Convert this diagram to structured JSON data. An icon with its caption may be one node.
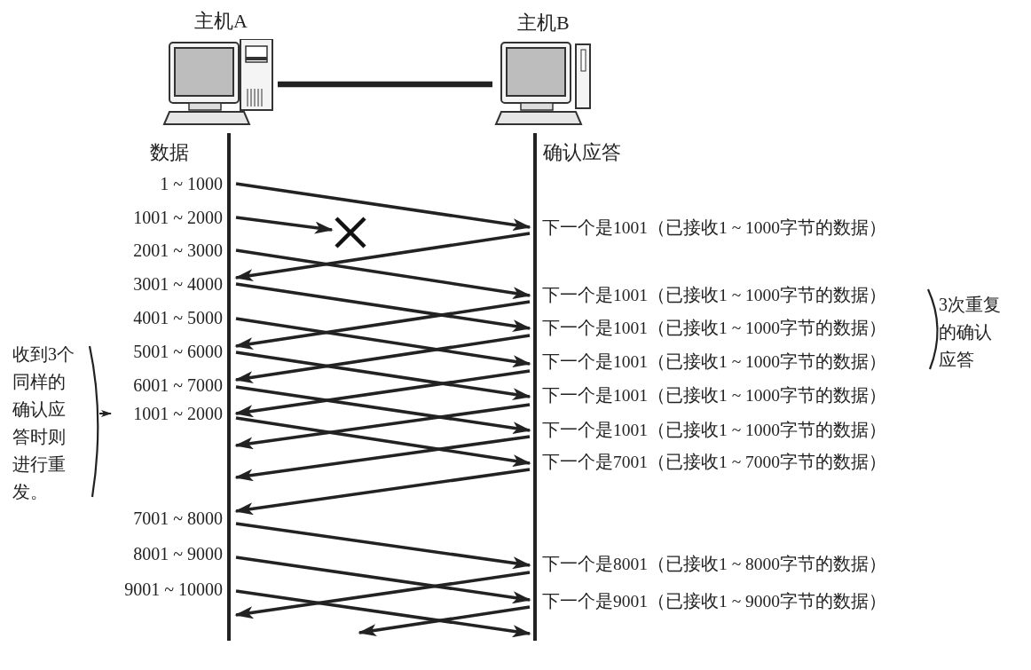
{
  "diagram": {
    "nodes": [
      {
        "text": [
          "主机A"
        ]
      },
      {
        "text": [
          "主机B"
        ]
      },
      {
        "text": [
          "数据"
        ]
      },
      {
        "text": [
          "确认应答"
        ]
      },
      {
        "text": [],
        "shape": "cross"
      }
    ],
    "edges": [
      {
        "from": 0,
        "to": 1,
        "arrow": "none",
        "style": "thick"
      },
      {
        "from": 2,
        "to": 3,
        "arrow": "to"
      },
      {
        "from": 2,
        "to": 4,
        "arrow": "to"
      },
      {
        "from": 3,
        "to": 2,
        "arrow": "to"
      },
      {
        "from": 2,
        "to": 3,
        "arrow": "to"
      },
      {
        "from": 2,
        "to": 3,
        "arrow": "to"
      },
      {
        "from": 3,
        "to": 2,
        "arrow": "to"
      },
      {
        "from": 2,
        "to": 3,
        "arrow": "to"
      },
      {
        "from": 3,
        "to": 2,
        "arrow": "to"
      },
      {
        "from": 2,
        "to": 3,
        "arrow": "to"
      },
      {
        "from": 3,
        "to": 2,
        "arrow": "to"
      },
      {
        "from": 2,
        "to": 3,
        "arrow": "to"
      },
      {
        "from": 3,
        "to": 2,
        "arrow": "to"
      },
      {
        "from": 2,
        "to": 3,
        "arrow": "to"
      },
      {
        "from": 3,
        "to": 2,
        "arrow": "to"
      },
      {
        "from": 3,
        "to": 2,
        "arrow": "to"
      },
      {
        "from": 2,
        "to": 3,
        "arrow": "to"
      },
      {
        "from": 2,
        "to": 3,
        "arrow": "to"
      },
      {
        "from": 3,
        "to": 2,
        "arrow": "to"
      },
      {
        "from": 2,
        "to": 3,
        "arrow": "to"
      },
      {
        "from": 3,
        "to": null,
        "arrow": "to"
      }
    ],
    "labels": [
      "1 ~ 1000",
      "1001 ~ 2000",
      "下一个是1001（已接收1 ~ 1000字节的数据）",
      "2001 ~ 3000",
      "3001 ~ 4000",
      "下一个是1001（已接收1 ~ 1000字节的数据）",
      "3次重复的确认应答",
      "4001 ~ 5000",
      "下一个是1001（已接收1 ~ 1000字节的数据）",
      "收到3个同样的确认应答时则进行重发。",
      "5001 ~ 6000",
      "下一个是1001（已接收1 ~ 1000字节的数据）",
      "6001 ~ 7000",
      "下一个是1001（已接收1 ~ 1000字节的数据）",
      "1001 ~ 2000",
      "下一个是1001（已接收1 ~ 1000字节的数据）",
      "下一个是7001（已接收1 ~ 7000字节的数据）",
      "7001 ~ 8000",
      "8001 ~ 9000",
      "下一个是8001（已接收1 ~ 8000字节的数据）",
      "9001 ~ 10000",
      "下一个是9001（已接收1 ~ 9000字节的数据）"
    ]
  }
}
